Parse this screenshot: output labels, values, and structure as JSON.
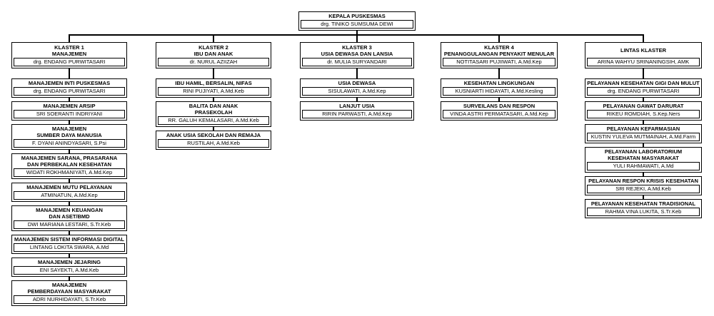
{
  "colors": {
    "border": "#000000",
    "background": "#ffffff",
    "text": "#000000"
  },
  "root": {
    "title": "KEPALA PUSKESMAS",
    "name": "drg. TINIKO SUMSUMA DEWI"
  },
  "columns": [
    {
      "header": {
        "title_lines": [
          "KLASTER 1",
          "MANAJEMEN"
        ],
        "name": "drg. ENDANG PURWITASARI"
      },
      "boxes": [
        {
          "title_lines": [
            "MANAJEMEN INTI PUSKESMAS"
          ],
          "name": "drg. ENDANG PURWITASARI"
        },
        {
          "title_lines": [
            "MANAJEMEN ARSIP"
          ],
          "name": "SRI SOERANTI INDRIYANI"
        },
        {
          "title_lines": [
            "MANAJEMEN",
            "SUMBER DAYA MANUSIA"
          ],
          "name": "F. DYANI ANINDYASARI, S.Psi"
        },
        {
          "title_lines": [
            "MANAJEMEN SARANA, PRASARANA",
            "DAN PERBEKALAN KESEHATAN"
          ],
          "name": "WIDATI ROKHMANIYATI, A.Md.Kep"
        },
        {
          "title_lines": [
            "MANAJEMEN MUTU PELAYANAN"
          ],
          "name": "ATMINATUN, A.Md.Kep"
        },
        {
          "title_lines": [
            "MANAJEMEN KEUANGAN",
            "DAN ASET/BMD"
          ],
          "name": "DWI MARIANA LESTARI, S.Tr.Keb"
        },
        {
          "title_lines": [
            "MANAJEMEN SISTEM INFORMASI DIGITAL"
          ],
          "name": "LINTANG LOKITA SWARA, A.Md"
        },
        {
          "title_lines": [
            "MANAJEMEN JEJARING"
          ],
          "name": "ENI SAYEKTI, A.Md.Keb"
        },
        {
          "title_lines": [
            "MANAJEMEN",
            "PEMBERDAYAAN MASYARAKAT"
          ],
          "name": "ADRI NURHIDAYATI, S.Tr.Keb"
        }
      ]
    },
    {
      "header": {
        "title_lines": [
          "KLASTER 2",
          "IBU DAN ANAK"
        ],
        "name": "dr. NURUL AZIIZAH"
      },
      "boxes": [
        {
          "title_lines": [
            "IBU HAMIL, BERSALIN, NIFAS"
          ],
          "name": "RINI PUJIYATI, A.Md.Keb"
        },
        {
          "title_lines": [
            "BALITA DAN ANAK",
            "PRASEKOLAH"
          ],
          "name": "RR. GALUH KEMALASARI, A.Md.Keb"
        },
        {
          "title_lines": [
            "ANAK USIA SEKOLAH DAN REMAJA"
          ],
          "name": "RUSTILAH, A.Md.Keb"
        }
      ]
    },
    {
      "header": {
        "title_lines": [
          "KLASTER 3",
          "USIA DEWASA DAN LANSIA"
        ],
        "name": "dr. MULIA SURYANDARI"
      },
      "boxes": [
        {
          "title_lines": [
            "USIA DEWASA"
          ],
          "name": "SISULAWATI, A.Md.Kep"
        },
        {
          "title_lines": [
            "LANJUT USIA"
          ],
          "name": "RIRIN PARWASTI, A.Md.Kep"
        }
      ]
    },
    {
      "header": {
        "title_lines": [
          "KLASTER 4",
          "PENANGGULANGAN PENYAKIT MENULAR"
        ],
        "name": "NOTITASARI PUJIIWATI, A.Md.Kep"
      },
      "boxes": [
        {
          "title_lines": [
            "KESEHATAN LINGKUNGAN"
          ],
          "name": "KUSNIARTI HIDAYATI, A.Md.Kesling"
        },
        {
          "title_lines": [
            "SURVEILANS DAN RESPON"
          ],
          "name": "VINDA ASTRI PERMATASARI, A.Md.Kep"
        }
      ]
    },
    {
      "header": {
        "title_lines": [
          "LINTAS KLASTER"
        ],
        "name": "ARINA WAHYU SRINANINGSIH, AMK"
      },
      "boxes": [
        {
          "title_lines": [
            "PELAYANAN KESEHATAN GIGI DAN MULUT"
          ],
          "name": "drg. ENDANG PURWITASARI"
        },
        {
          "title_lines": [
            "PELAYANAN GAWAT DARURAT"
          ],
          "name": "RIKEU ROMDIAH, S.Kep.Ners"
        },
        {
          "title_lines": [
            "PELAYANAN KEFARMASIAN"
          ],
          "name": "KUSTIN YULEVA MUTMAINAH, A.Md.Farm"
        },
        {
          "title_lines": [
            "PELAYANAN LABORATORIUM",
            "KESEHATAN MASYARAKAT"
          ],
          "name": "YULI RAHMAWATI, A.Md"
        },
        {
          "title_lines": [
            "PELAYANAN RESPON KRISIS KESEHATAN"
          ],
          "name": "SRI REJEKI, A.Md.Keb"
        },
        {
          "title_lines": [
            "PELAYANAN KESEHATAN TRADISIONAL"
          ],
          "name": "RAHMA VINA LUKITA, S.Tr.Keb"
        }
      ]
    }
  ]
}
